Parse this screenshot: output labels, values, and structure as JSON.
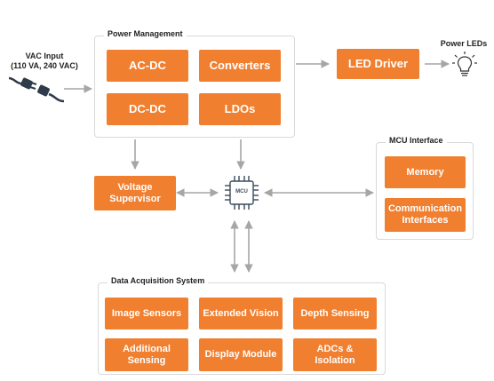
{
  "vac_input": {
    "line1": "VAC Input",
    "line2": "(110 VA, 240 VAC)"
  },
  "power_management": {
    "title": "Power Management",
    "ac_dc": "AC-DC",
    "converters": "Converters",
    "dc_dc": "DC-DC",
    "ldos": "LDOs"
  },
  "led_driver": "LED Driver",
  "power_leds": "Power LEDs",
  "voltage_supervisor": {
    "line1": "Voltage",
    "line2": "Supervisor"
  },
  "mcu": "MCU",
  "mcu_interface": {
    "title": "MCU Interface",
    "memory": "Memory",
    "comm_line1": "Communication",
    "comm_line2": "Interfaces"
  },
  "data_acquisition": {
    "title": "Data Acquisition System",
    "image_sensors": "Image Sensors",
    "extended_vision": "Extended Vision",
    "depth_sensing": "Depth Sensing",
    "additional_line1": "Additional",
    "additional_line2": "Sensing",
    "display_module": "Display Module",
    "adcs_isolation": "ADCs & Isolation"
  },
  "colors": {
    "block": "#f07f2f",
    "arrow": "#a6a6a6",
    "border": "#d9d9d9"
  },
  "icons": [
    "power-plug-icon",
    "lightbulb-icon",
    "mcu-chip-icon"
  ]
}
